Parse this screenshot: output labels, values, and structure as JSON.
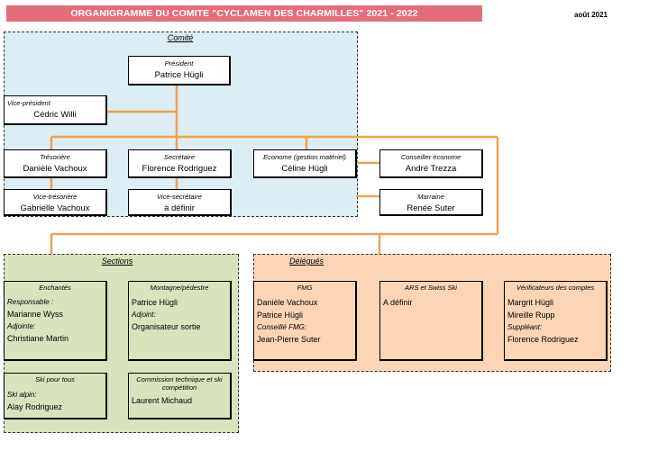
{
  "header": {
    "title": "ORGANIGRAMME DU COMITE  \"CYCLAMEN DES CHARMILLES\"  2021 - 2022",
    "date": "août 2021"
  },
  "comite": {
    "label": "Comité",
    "president": {
      "role": "Président",
      "name": "Patrice Hügli"
    },
    "vice_president": {
      "role": "Vice-président",
      "name": "Cédric Willi"
    },
    "tresoriere": {
      "role": "Trésorière",
      "name": "Danièle Vachoux"
    },
    "secretaire": {
      "role": "Secrétaire",
      "name": "Florence Rodriguez"
    },
    "econome": {
      "role": "Econome (gestion matériel)",
      "name": "Céline Hügli"
    },
    "vice_tresoriere": {
      "role": "Vice-trésorière",
      "name": "Gabrielle Vachoux"
    },
    "vice_secretaire": {
      "role": "Vice-secrétaire",
      "name": "à définir"
    }
  },
  "conseiller": {
    "role": "Conseiller économe",
    "name": "André Trezza"
  },
  "marraine": {
    "role": "Marraine",
    "name": "Renée Suter"
  },
  "sections": {
    "label": "Sections",
    "enchantes": {
      "head": "Enchantés",
      "sub1": "Responsable :",
      "line1": "Marianne Wyss",
      "sub2": "Adjointe:",
      "line2": "Christiane Martin"
    },
    "montagne": {
      "head": "Montagne/pédestre",
      "line1": "Patrice Hügli",
      "sub1": "Adjoint:",
      "line2": "Organisateur sortie"
    },
    "ski": {
      "head": "Ski pour tous",
      "sub1": "Ski alpin:",
      "line1": "Alay Rodriguez"
    },
    "commission": {
      "head": "Commission technique et ski compétition",
      "line1": "Laurent Michaud"
    }
  },
  "delegues": {
    "label": "Délégués",
    "fmg": {
      "head": "FMG",
      "line1": "Danièle Vachoux",
      "line2": "Patrice Hügli",
      "sub1": "Conseillé FMG:",
      "line3": "Jean-Pierre Suter"
    },
    "ars": {
      "head": "ARS et Swiss Ski",
      "line1": "A définir"
    },
    "verif": {
      "head": "Vérificateurs des comptes",
      "line1": "Margrit Hügli",
      "line2": "Mireille Rupp",
      "sub1": "Suppléant:",
      "line3": "Florence Rodriguez"
    }
  },
  "colors": {
    "title_bg": "#e46d7a",
    "comite_bg": "#dcedf3",
    "sections_bg": "#d8e4bc",
    "delegues_bg": "#fbd5b5",
    "connector": "#f0a050"
  }
}
